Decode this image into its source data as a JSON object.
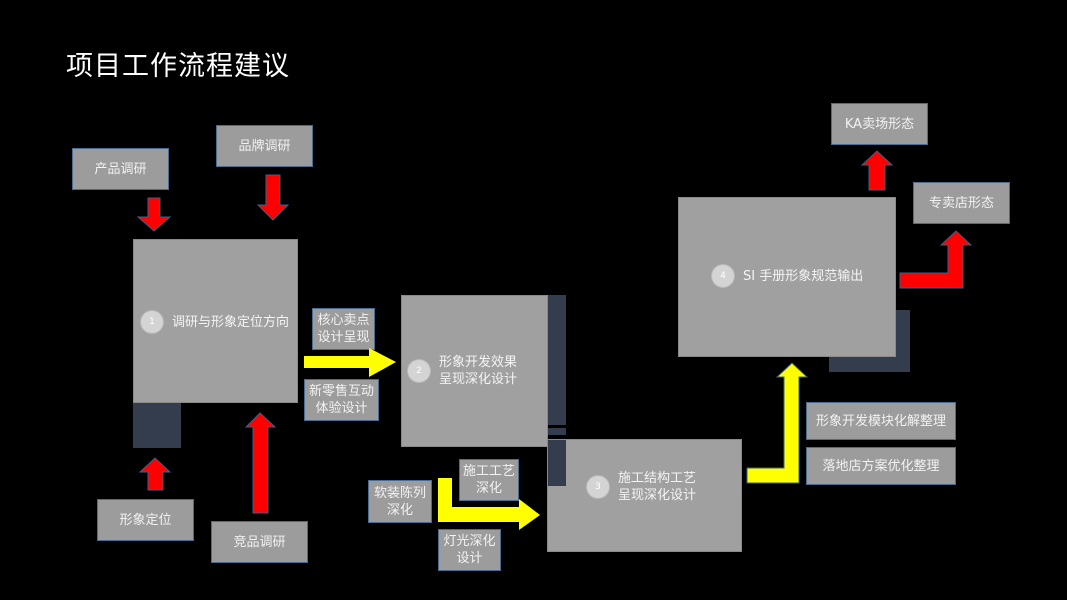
{
  "title": "项目工作流程建议",
  "colors": {
    "background": "#000000",
    "node_fill": "#a0a0a0",
    "shadow": "#333d4d",
    "small_box_fill": "#9c9c9c",
    "small_box_border": "#4a6c92",
    "red_arrow": "#ff0000",
    "yellow_arrow": "#ffff00"
  },
  "steps": [
    {
      "number": "1",
      "label": "调研与形象定位方向"
    },
    {
      "number": "2",
      "label": "形象开发效果\n呈现深化设计"
    },
    {
      "number": "3",
      "label": "施工结构工艺\n呈现深化设计"
    },
    {
      "number": "4",
      "label": "SI 手册形象规范输出"
    }
  ],
  "inputs": {
    "product_research": "产品调研",
    "brand_research": "品牌调研",
    "image_positioning": "形象定位",
    "competitor_research": "竞品调研",
    "core_selling_point": "核心卖点\n设计呈现",
    "new_retail": "新零售互动\n体验设计",
    "soft_decoration": "软装陈列\n深化",
    "construction_craft": "施工工艺\n深化",
    "lighting": "灯光深化\n设计",
    "module_breakdown": "形象开发模块化解整理",
    "store_optimization": "落地店方案优化整理"
  },
  "outputs": {
    "ka_store": "KA卖场形态",
    "specialty_store": "专卖店形态"
  }
}
